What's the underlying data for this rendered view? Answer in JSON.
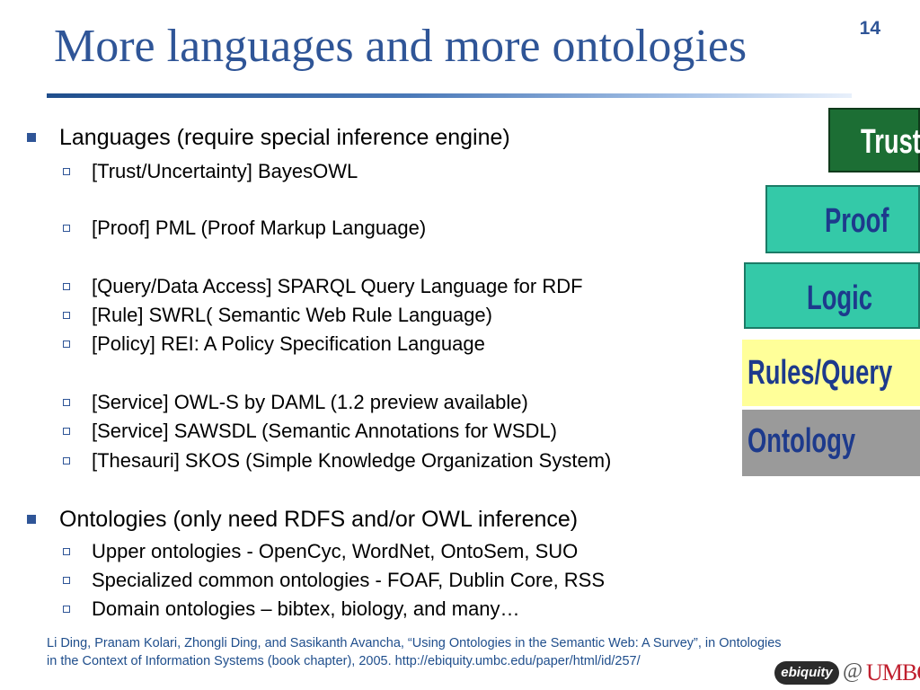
{
  "slide": {
    "title": "More languages and more ontologies",
    "number": "14",
    "accent_color": "#2f5597"
  },
  "bullets": [
    {
      "text": "Languages (require special inference engine)",
      "sub": [
        "[Trust/Uncertainty] BayesOWL",
        "[Proof] PML (Proof Markup Language)",
        "[Query/Data Access] SPARQL Query Language for RDF",
        "[Rule] SWRL( Semantic Web Rule Language)",
        "[Policy] REI: A Policy Specification Language",
        "[Service] OWL-S by DAML (1.2 preview available)",
        "[Service] SAWSDL (Semantic Annotations for WSDL)",
        "[Thesauri] SKOS (Simple Knowledge Organization System)"
      ]
    },
    {
      "text": "Ontologies (only need RDFS and/or OWL inference)",
      "sub": [
        "Upper ontologies -  OpenCyc, WordNet, OntoSem, SUO",
        "Specialized common ontologies  - FOAF, Dublin Core, RSS",
        "Domain ontologies – bibtex, biology, and many…"
      ]
    }
  ],
  "citation": {
    "line1": "Li Ding, Pranam Kolari, Zhongli Ding, and Sasikanth Avancha, “Using Ontologies in the Semantic Web: A Survey”, in Ontologies",
    "line2": "in the Context of Information Systems (book chapter), 2005.  http://ebiquity.umbc.edu/paper/html/id/257/"
  },
  "layer_stack": {
    "labels": [
      "Trust",
      "Proof",
      "Logic",
      "Rules/Query",
      "Ontology"
    ],
    "colors": [
      "#1c6e34",
      "#34c9a8",
      "#34c9a8",
      "#ffff99",
      "#9a9a9a"
    ]
  },
  "footer_logos": {
    "ebiquity": "ebiquity",
    "at": "@",
    "umbc": "UMBC"
  }
}
